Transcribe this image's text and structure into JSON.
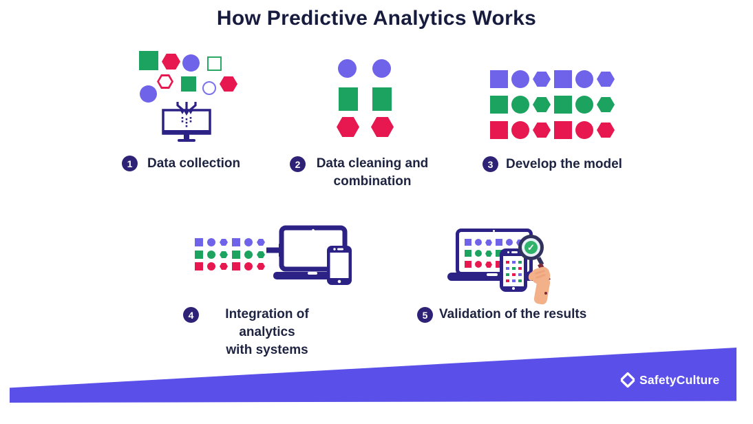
{
  "title": "How Predictive Analytics Works",
  "steps": [
    {
      "number": "1",
      "label_line1": "Data collection",
      "icon": "scattered-data-into-monitor-icon"
    },
    {
      "number": "2",
      "label_line1": "Data cleaning and",
      "label_line2": "combination",
      "icon": "sorted-shapes-columns-icon"
    },
    {
      "number": "3",
      "label_line1": "Develop the model",
      "icon": "shape-model-grid-icon"
    },
    {
      "number": "4",
      "label_line1": "Integration of analytics",
      "label_line2": "with systems",
      "icon": "data-to-devices-icon"
    },
    {
      "number": "5",
      "label_line1": "Validation of the results",
      "icon": "magnifier-check-devices-icon"
    }
  ],
  "glyphs": {
    "validation_check": "✓"
  },
  "footer": {
    "brand": "SafetyCulture"
  },
  "colors": {
    "purple": "#6f63ea",
    "green": "#1ba35f",
    "red": "#e7184f",
    "navy": "#2c2184",
    "badge": "#2e2277",
    "text": "#1d2340",
    "banner": "#5a4fe8",
    "check_green": "#2fb36b",
    "skin": "#f3b189"
  }
}
